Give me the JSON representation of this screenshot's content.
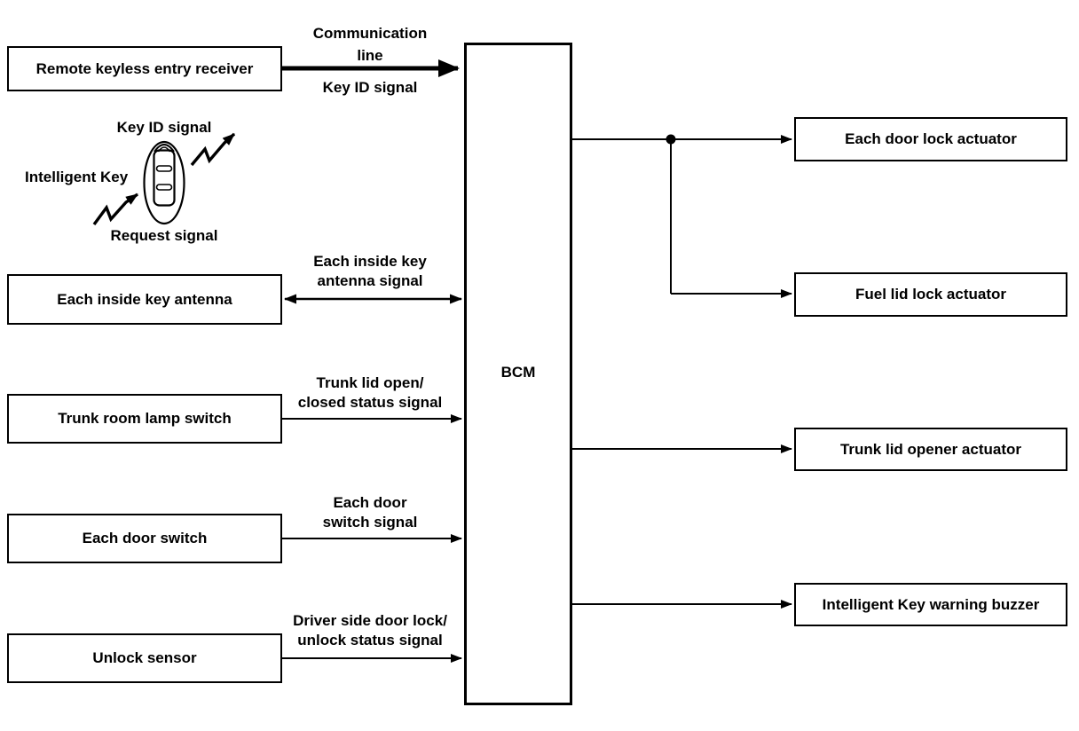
{
  "diagram": {
    "inputs": [
      {
        "label": "Remote keyless entry receiver"
      },
      {
        "label": "Each inside key antenna"
      },
      {
        "label": "Trunk room lamp switch"
      },
      {
        "label": "Each door switch"
      },
      {
        "label": "Unlock sensor"
      }
    ],
    "controller": {
      "label": "BCM"
    },
    "outputs": [
      {
        "label": "Each door lock actuator"
      },
      {
        "label": "Fuel lid lock actuator"
      },
      {
        "label": "Trunk lid opener actuator"
      },
      {
        "label": "Intelligent Key warning buzzer"
      }
    ],
    "signals": {
      "communication": {
        "line1": "Communication",
        "line2": "line",
        "below": "Key ID signal"
      },
      "inside_key_antenna": {
        "line1": "Each inside key",
        "line2": "antenna signal"
      },
      "trunk_lid": {
        "line1": "Trunk lid open/",
        "line2": "closed status signal"
      },
      "door_switch": {
        "line1": "Each door",
        "line2": "switch signal"
      },
      "door_lock": {
        "line1": "Driver side door lock/",
        "line2": "unlock status signal"
      }
    },
    "key": {
      "top_label": "Key ID signal",
      "left_label": "Intelligent Key",
      "bottom_label": "Request signal"
    },
    "colors": {
      "line": "#000000",
      "background": "#ffffff",
      "text": "#000000"
    }
  }
}
